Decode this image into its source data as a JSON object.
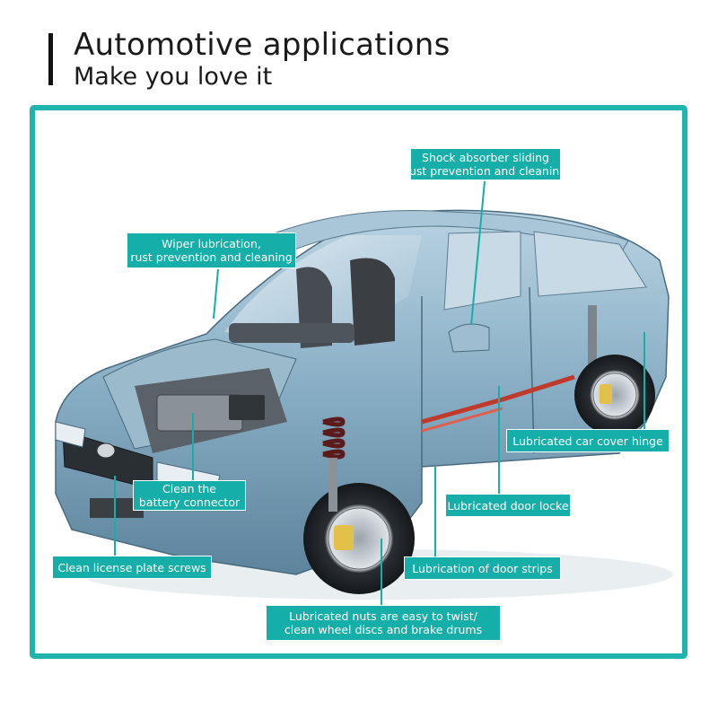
{
  "header": {
    "title": "Automotive applications",
    "subtitle": "Make you love it"
  },
  "colors": {
    "accent": "#16aea8",
    "frame": "#1fb5ae",
    "car_body": "#8fb6cc",
    "text_dark": "#1a1a1a"
  },
  "callouts": {
    "shock_absorber": {
      "line1": "Shock absorber sliding",
      "line2": "rust prevention and cleaning"
    },
    "wiper": {
      "line1": "Wiper lubrication,",
      "line2": "rust prevention and cleaning"
    },
    "car_cover_hinge": {
      "line1": "Lubricated car cover hinge"
    },
    "battery": {
      "line1": "Clean the",
      "line2": "battery connector"
    },
    "door_lock": {
      "line1": "Lubricated door locke"
    },
    "license_plate": {
      "line1": "Clean license plate screws"
    },
    "door_strips": {
      "line1": "Lubrication of door strips"
    },
    "wheel_nuts": {
      "line1": "Lubricated nuts are easy to twist/",
      "line2": "clean wheel discs and brake drums"
    }
  }
}
